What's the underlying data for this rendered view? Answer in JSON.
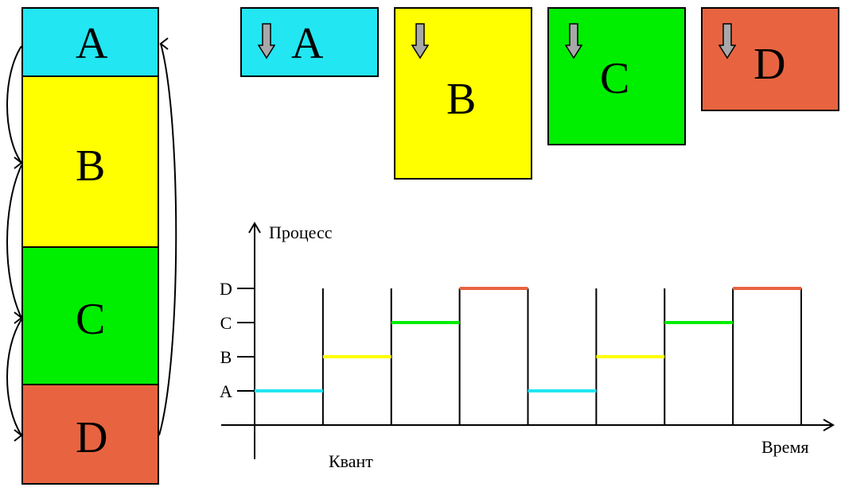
{
  "colors": {
    "A": "#22e6f2",
    "B": "#ffff00",
    "C": "#00ee00",
    "D": "#e86440",
    "arrow_fill": "#a8a8a8"
  },
  "queue": {
    "a": "A",
    "b": "B",
    "c": "C",
    "d": "D"
  },
  "cards": {
    "a": "A",
    "b": "B",
    "c": "C",
    "d": "D"
  },
  "icons": {
    "down_arrow": "down-arrow-icon",
    "cycle_arrow": "curved-arrow"
  },
  "chart_data": {
    "type": "line",
    "ylabel": "Процесс",
    "xlabel": "Время",
    "quantum_label": "Квант",
    "y_categories": [
      "A",
      "B",
      "C",
      "D"
    ],
    "segments": [
      {
        "x": [
          0,
          1
        ],
        "process": "A",
        "color": "#22e6f2"
      },
      {
        "x": [
          1,
          2
        ],
        "process": "B",
        "color": "#ffff00"
      },
      {
        "x": [
          2,
          3
        ],
        "process": "C",
        "color": "#00ee00"
      },
      {
        "x": [
          3,
          4
        ],
        "process": "D",
        "color": "#e86440"
      },
      {
        "x": [
          4,
          5
        ],
        "process": "A",
        "color": "#22e6f2"
      },
      {
        "x": [
          5,
          6
        ],
        "process": "B",
        "color": "#ffff00"
      },
      {
        "x": [
          6,
          7
        ],
        "process": "C",
        "color": "#00ee00"
      },
      {
        "x": [
          7,
          8
        ],
        "process": "D",
        "color": "#e86440"
      }
    ],
    "quantum_boundaries": [
      1,
      2,
      3,
      4,
      5,
      6,
      7,
      8
    ]
  }
}
